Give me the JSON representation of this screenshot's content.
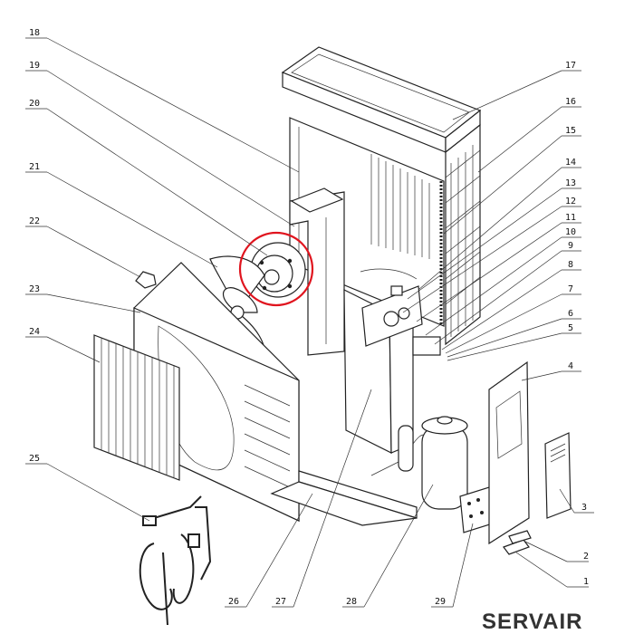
{
  "brand": "SERVAIR",
  "highlight_color": "#e0141e",
  "callouts": {
    "n1": "1",
    "n2": "2",
    "n3": "3",
    "n4": "4",
    "n5": "5",
    "n6": "6",
    "n7": "7",
    "n8": "8",
    "n9": "9",
    "n10": "10",
    "n11": "11",
    "n12": "12",
    "n13": "13",
    "n14": "14",
    "n15": "15",
    "n16": "16",
    "n17": "17",
    "n18": "18",
    "n19": "19",
    "n20": "20",
    "n21": "21",
    "n22": "22",
    "n23": "23",
    "n24": "24",
    "n25": "25",
    "n26": "26",
    "n27": "27",
    "n28": "28",
    "n29": "29"
  }
}
